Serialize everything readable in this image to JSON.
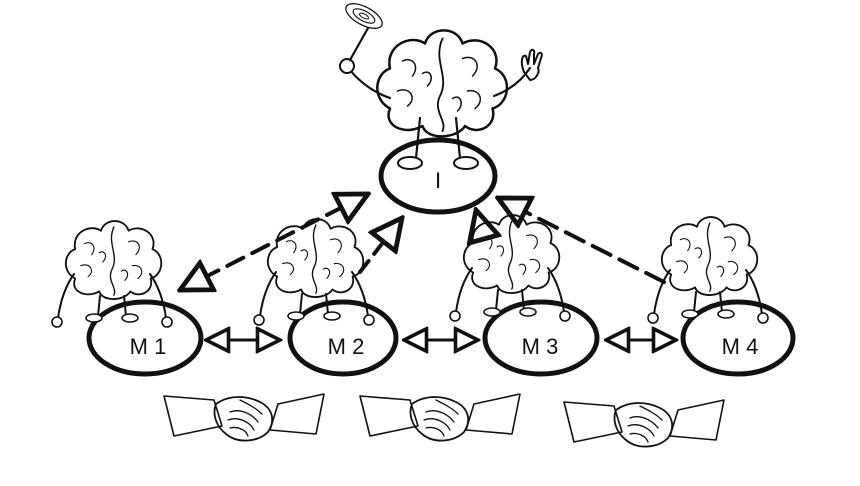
{
  "diagram": {
    "hub": {
      "label": "I"
    },
    "members": [
      {
        "id": "m1",
        "label": "M 1"
      },
      {
        "id": "m2",
        "label": "M 2"
      },
      {
        "id": "m3",
        "label": "M 3"
      },
      {
        "id": "m4",
        "label": "M 4"
      }
    ],
    "connections": [
      {
        "from": "hub",
        "to": "m1",
        "style": "dashed",
        "direction": "both"
      },
      {
        "from": "m2",
        "to": "hub",
        "style": "dashed",
        "direction": "to-hub"
      },
      {
        "from": "m3",
        "to": "hub",
        "style": "dashed",
        "direction": "to-hub"
      },
      {
        "from": "m4",
        "to": "hub",
        "style": "dashed",
        "direction": "to-hub"
      },
      {
        "from": "m1",
        "to": "m2",
        "style": "solid",
        "direction": "both"
      },
      {
        "from": "m2",
        "to": "m3",
        "style": "solid",
        "direction": "both"
      },
      {
        "from": "m3",
        "to": "m4",
        "style": "solid",
        "direction": "both"
      }
    ],
    "handshakes": 3,
    "ink_color": "#111111",
    "background_color": "#ffffff"
  }
}
